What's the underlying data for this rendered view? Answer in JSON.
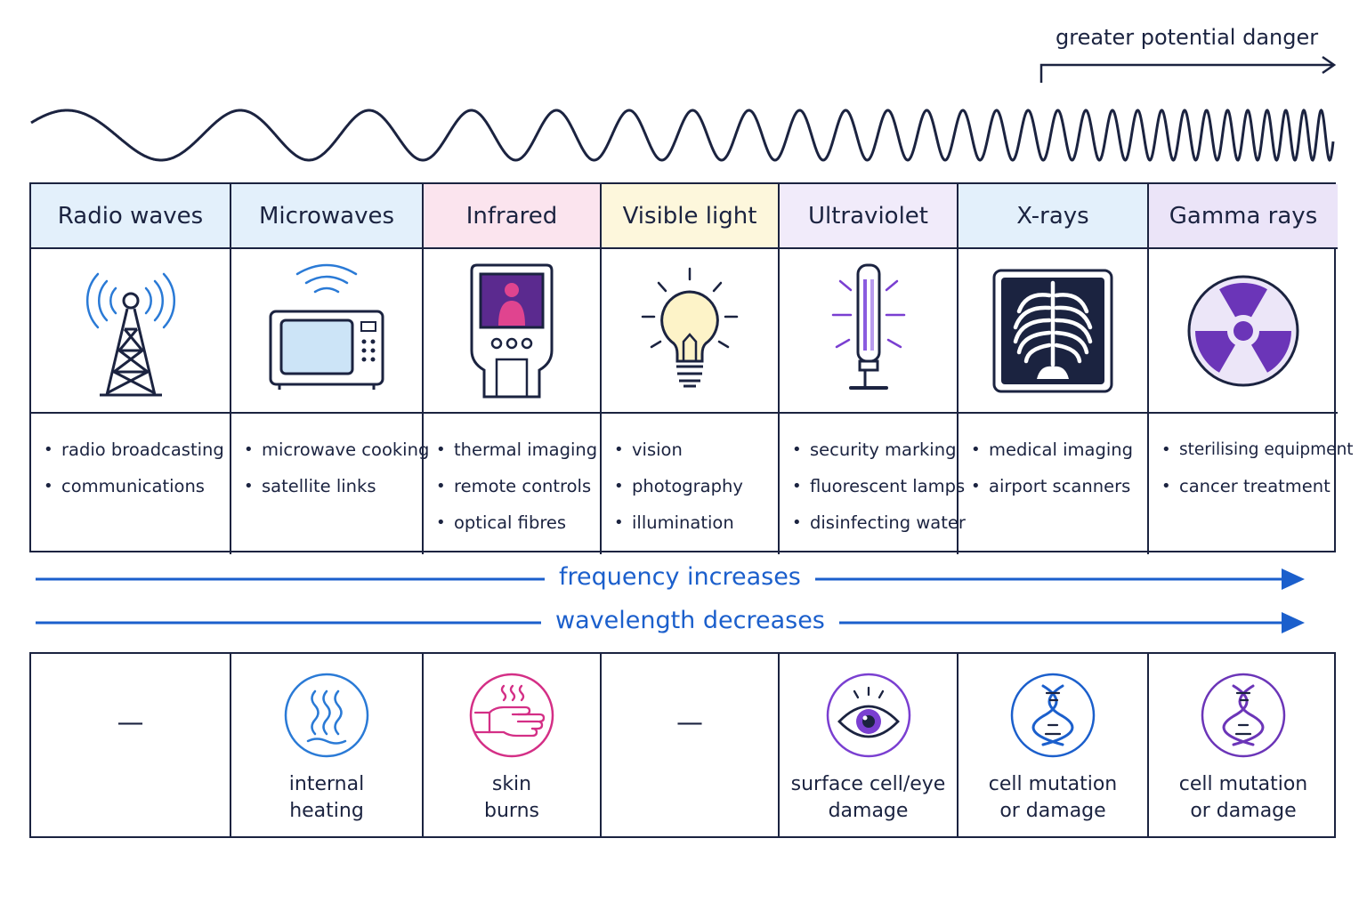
{
  "danger": {
    "label": "greater potential danger"
  },
  "columns": [
    {
      "name": "Radio waves",
      "icon": "radio-tower-icon",
      "header_color": "#e3f0fb",
      "uses": [
        "radio broadcasting",
        "communications"
      ],
      "effect": "—",
      "effect_icon": ""
    },
    {
      "name": "Microwaves",
      "icon": "microwave-oven-icon",
      "header_color": "#e3f0fb",
      "uses": [
        "microwave cooking",
        "satellite links"
      ],
      "effect": "internal\nheating",
      "effect_icon": "heat-waves-icon"
    },
    {
      "name": "Infrared",
      "icon": "thermal-camera-icon",
      "header_color": "#fbe4ee",
      "uses": [
        "thermal imaging",
        "remote controls",
        "optical fibres"
      ],
      "effect": "skin\nburns",
      "effect_icon": "burned-hand-icon"
    },
    {
      "name": "Visible light",
      "icon": "light-bulb-icon",
      "header_color": "#fdf7dc",
      "uses": [
        "vision",
        "photography",
        "illumination"
      ],
      "effect": "—",
      "effect_icon": ""
    },
    {
      "name": "Ultraviolet",
      "icon": "uv-lamp-icon",
      "header_color": "#f1ebfa",
      "uses": [
        "security marking",
        "fluorescent lamps",
        "disinfecting water"
      ],
      "effect": "surface cell/eye\ndamage",
      "effect_icon": "eye-icon"
    },
    {
      "name": "X-rays",
      "icon": "xray-ribcage-icon",
      "header_color": "#e3f0fb",
      "uses": [
        "medical imaging",
        "airport scanners"
      ],
      "effect": "cell mutation\nor damage",
      "effect_icon": "dna-icon"
    },
    {
      "name": "Gamma rays",
      "icon": "radiation-symbol-icon",
      "header_color": "#ebe4f8",
      "uses": [
        "sterilising equipment",
        "cancer treatment"
      ],
      "effect": "cell mutation\nor damage",
      "effect_icon": "dna-icon"
    }
  ],
  "arrows": {
    "frequency": "frequency increases",
    "wavelength": "wavelength decreases"
  },
  "colors": {
    "ink": "#1b2340",
    "arrow_blue": "#1b5fcc",
    "radio_blue": "#2a7ad6",
    "infrared_pink": "#d42f86",
    "uv_purple": "#7a3fd1",
    "gamma_purple": "#6b35b8"
  }
}
